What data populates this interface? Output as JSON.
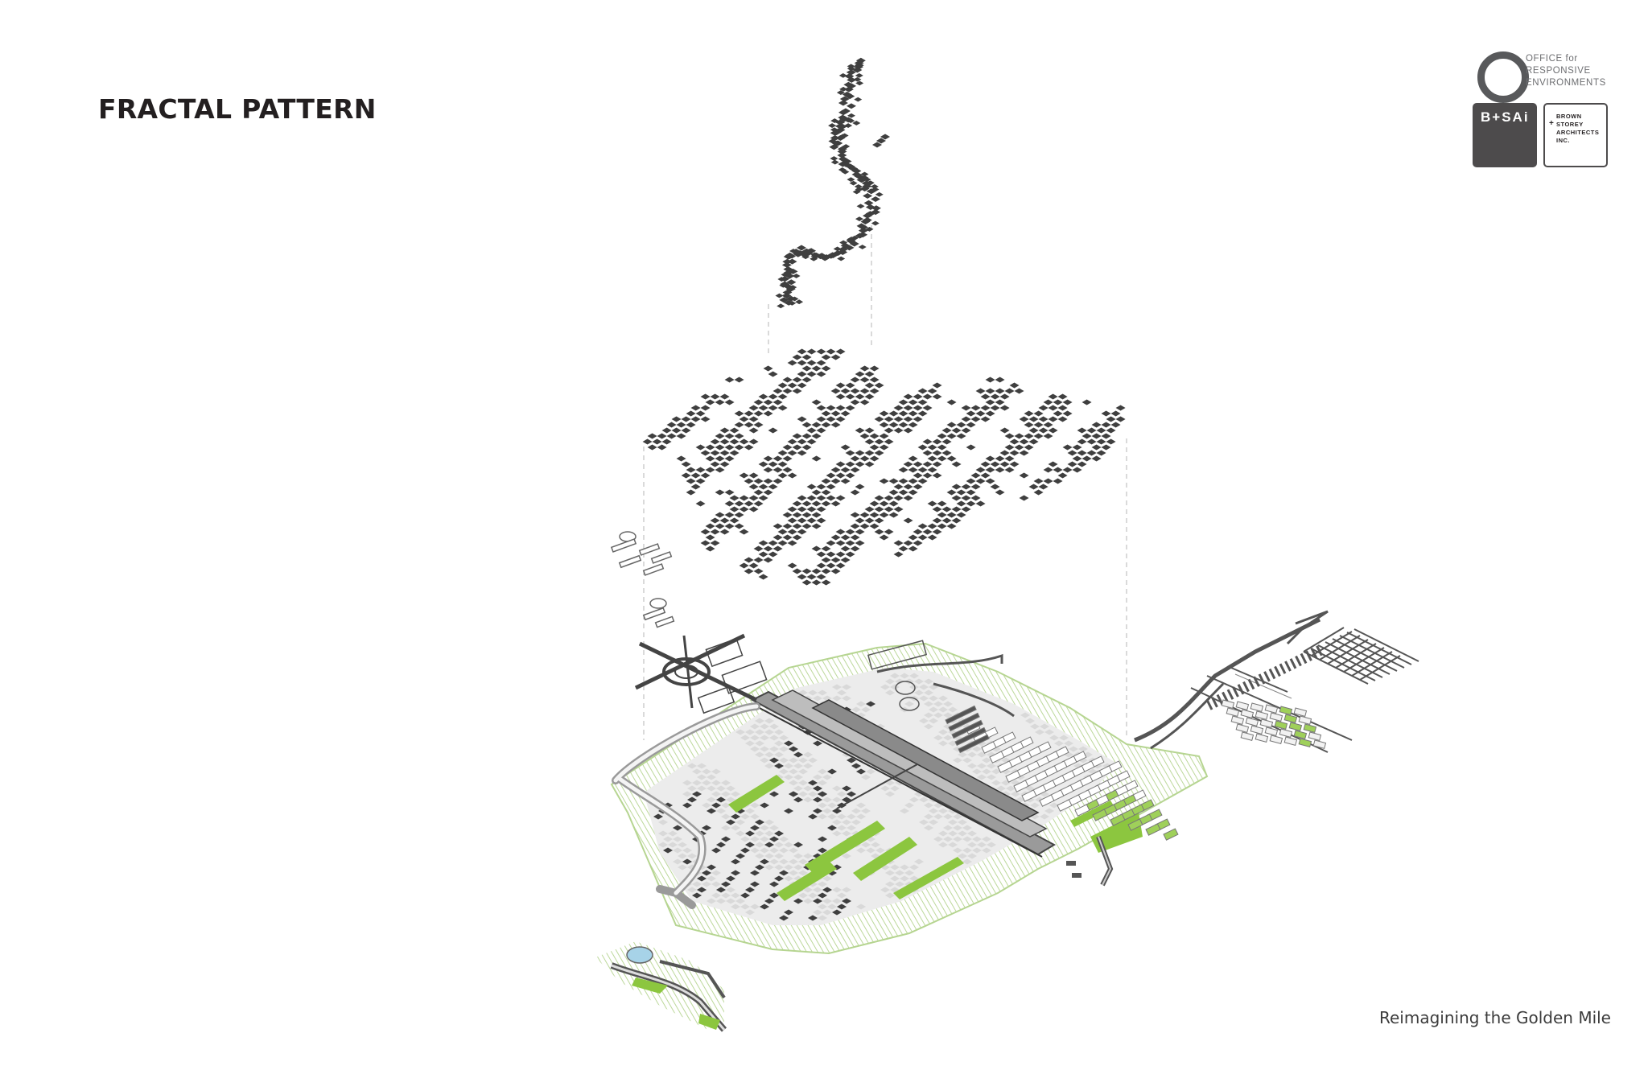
{
  "page": {
    "title": "FRACTAL PATTERN",
    "caption": "Reimagining the Golden Mile"
  },
  "logos": {
    "ore": {
      "lines": [
        "OFFICE  for",
        "RESPONSIVE",
        "ENVIRONMENTS"
      ]
    },
    "bsai": {
      "text": "B+SAi"
    },
    "bsa": {
      "plus": "+",
      "lines": [
        "BROWN",
        "STOREY",
        "ARCHITECTS",
        "INC."
      ]
    }
  },
  "colors": {
    "pattern_dark": "#3f3f3f",
    "pattern_light": "#d9d9d9",
    "green_accent": "#8cc63f",
    "green_hatch": "#cfe4b3",
    "road_dark": "#555555",
    "logo_gray": "#4d4b4c"
  },
  "diagram": {
    "layers": [
      {
        "name": "fractal-line-layer"
      },
      {
        "name": "fractal-field-layer"
      },
      {
        "name": "site-plan-layer"
      }
    ]
  }
}
